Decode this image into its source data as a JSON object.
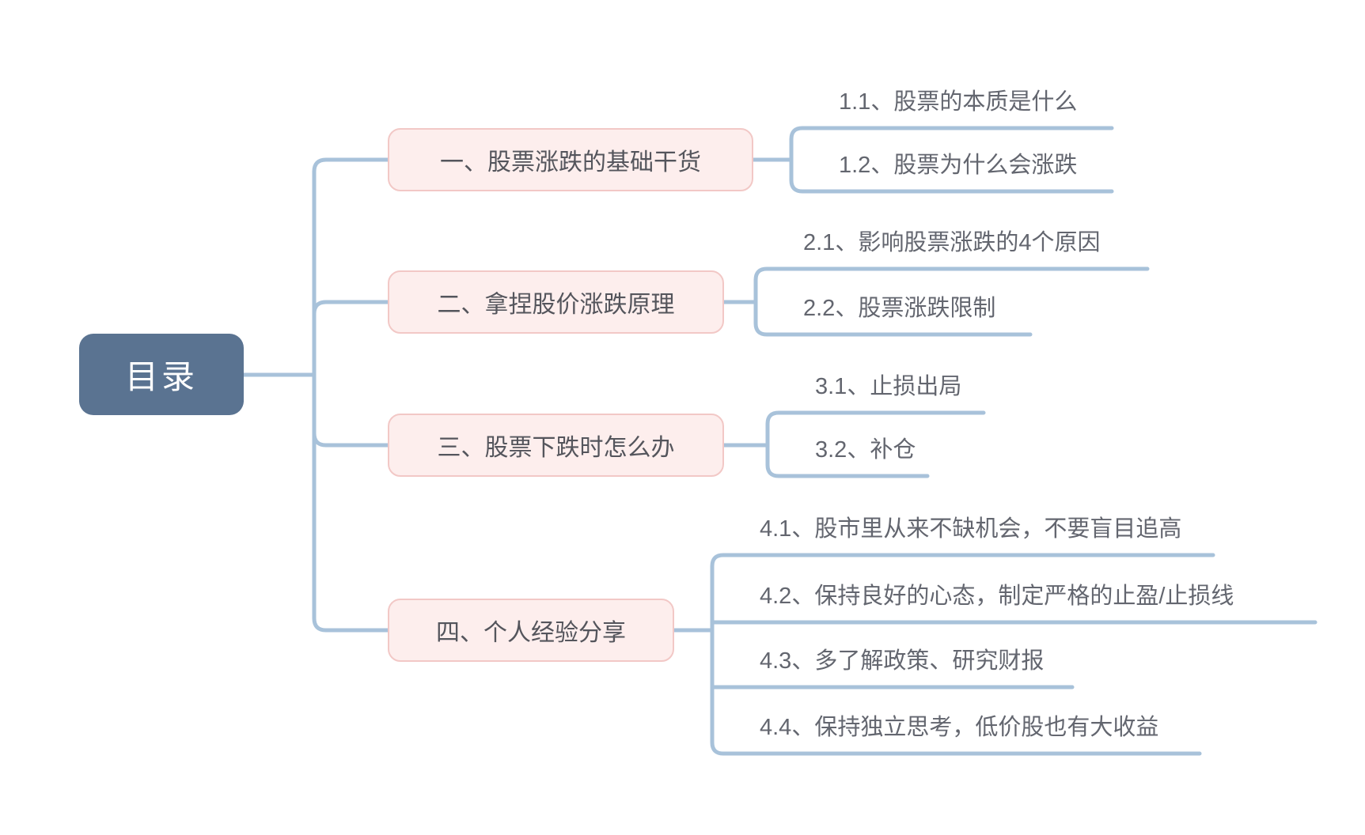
{
  "mindmap": {
    "root": {
      "label": "目录"
    },
    "branches": [
      {
        "label": "一、股票涨跌的基础干货",
        "children": [
          {
            "label": "1.1、股票的本质是什么"
          },
          {
            "label": "1.2、股票为什么会涨跌"
          }
        ]
      },
      {
        "label": "二、拿捏股价涨跌原理",
        "children": [
          {
            "label": "2.1、影响股票涨跌的4个原因"
          },
          {
            "label": "2.2、股票涨跌限制"
          }
        ]
      },
      {
        "label": "三、股票下跌时怎么办",
        "children": [
          {
            "label": "3.1、止损出局"
          },
          {
            "label": "3.2、补仓"
          }
        ]
      },
      {
        "label": "四、个人经验分享",
        "children": [
          {
            "label": "4.1、股市里从来不缺机会，不要盲目追高"
          },
          {
            "label": "4.2、保持良好的心态，制定严格的止盈/止损线"
          },
          {
            "label": "4.3、多了解政策、研究财报"
          },
          {
            "label": "4.4、保持独立思考，低价股也有大收益"
          }
        ]
      }
    ],
    "colors": {
      "root_fill": "#5a7391",
      "root_text": "#ffffff",
      "branch_fill": "#fdeeed",
      "branch_border": "#f2c8c6",
      "branch_text": "#54555c",
      "subtopic_text": "#63666f",
      "line": "#a8c2da"
    }
  }
}
